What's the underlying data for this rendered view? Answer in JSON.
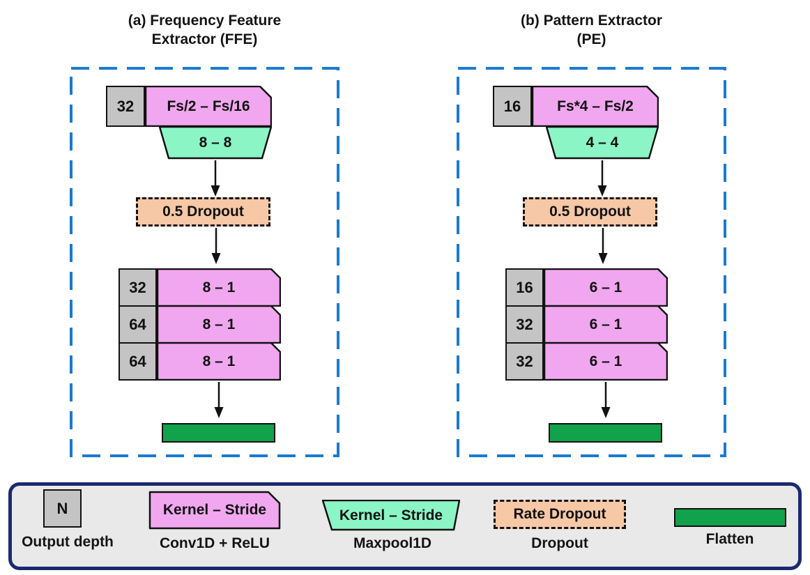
{
  "titles": {
    "panel_a": "(a) Frequency Feature\nExtractor (FFE)",
    "panel_b": "(b) Pattern Extractor\n(PE)"
  },
  "panel_a": {
    "input_block": {
      "depth": "32",
      "conv_kernel_stride": "Fs/2 – Fs/16",
      "pool_kernel_stride": "8 – 8"
    },
    "dropout_label": "0.5 Dropout",
    "conv_stack": [
      {
        "depth": "32",
        "kernel_stride": "8 – 1"
      },
      {
        "depth": "64",
        "kernel_stride": "8 – 1"
      },
      {
        "depth": "64",
        "kernel_stride": "8 – 1"
      }
    ]
  },
  "panel_b": {
    "input_block": {
      "depth": "16",
      "conv_kernel_stride": "Fs*4 – Fs/2",
      "pool_kernel_stride": "4 – 4"
    },
    "dropout_label": "0.5 Dropout",
    "conv_stack": [
      {
        "depth": "16",
        "kernel_stride": "6 – 1"
      },
      {
        "depth": "32",
        "kernel_stride": "6 – 1"
      },
      {
        "depth": "32",
        "kernel_stride": "6 – 1"
      }
    ]
  },
  "legend": {
    "output_depth": {
      "symbol": "N",
      "label": "Output depth"
    },
    "conv": {
      "symbol": "Kernel – Stride",
      "label": "Conv1D + ReLU"
    },
    "maxpool": {
      "symbol": "Kernel – Stride",
      "label": "Maxpool1D"
    },
    "dropout": {
      "symbol": "Rate Dropout",
      "label": "Dropout"
    },
    "flatten": {
      "label": "Flatten"
    }
  },
  "colors": {
    "conv_pink": "#F1A7EF",
    "maxpool_mint": "#8BF5C6",
    "dropout_peach": "#F6C8A6",
    "depth_gray": "#C4C4C4",
    "flatten_green": "#12A24B",
    "panel_dash_blue": "#1B7AD0",
    "legend_border_navy": "#1B2A6E",
    "legend_bg": "#E9E9E9"
  }
}
